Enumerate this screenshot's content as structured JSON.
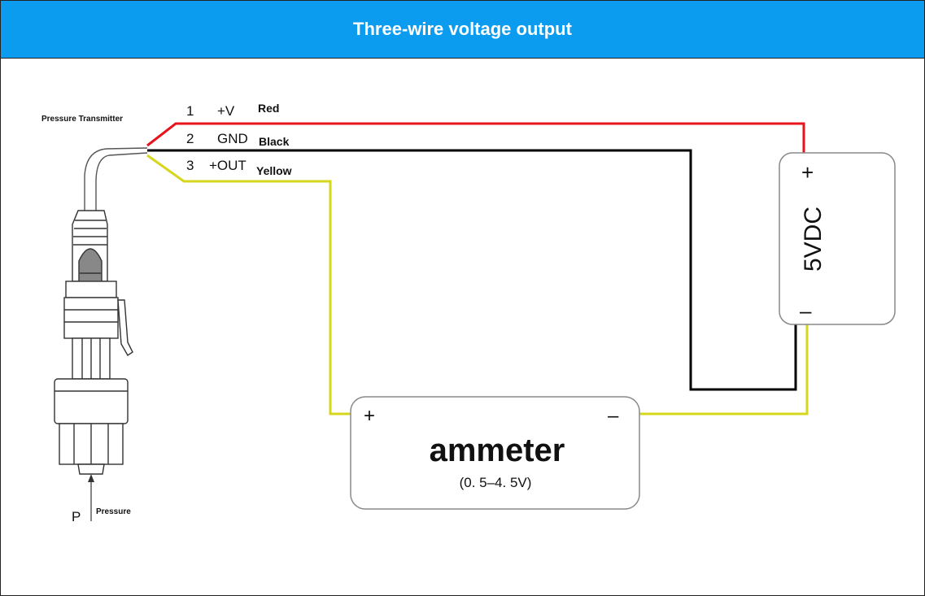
{
  "header": {
    "title": "Three-wire voltage output"
  },
  "transmitter": {
    "label": "Pressure Transmitter",
    "pressure_symbol": "P",
    "pressure_label": "Pressure"
  },
  "wires": [
    {
      "pin": "1",
      "signal": "+V",
      "color_name": "Red",
      "color": "#e8141c"
    },
    {
      "pin": "2",
      "signal": "GND",
      "color_name": "Black",
      "color": "#000000"
    },
    {
      "pin": "3",
      "signal": "+OUT",
      "color_name": "Yellow",
      "color": "#d6d61c"
    }
  ],
  "power_supply": {
    "label": "5VDC",
    "plus": "+",
    "minus": "–"
  },
  "meter": {
    "label": "ammeter",
    "range": "(0. 5–4. 5V)",
    "plus": "+",
    "minus": "–"
  },
  "colors": {
    "header_bg": "#0b9cf0",
    "header_text": "#ffffff"
  }
}
